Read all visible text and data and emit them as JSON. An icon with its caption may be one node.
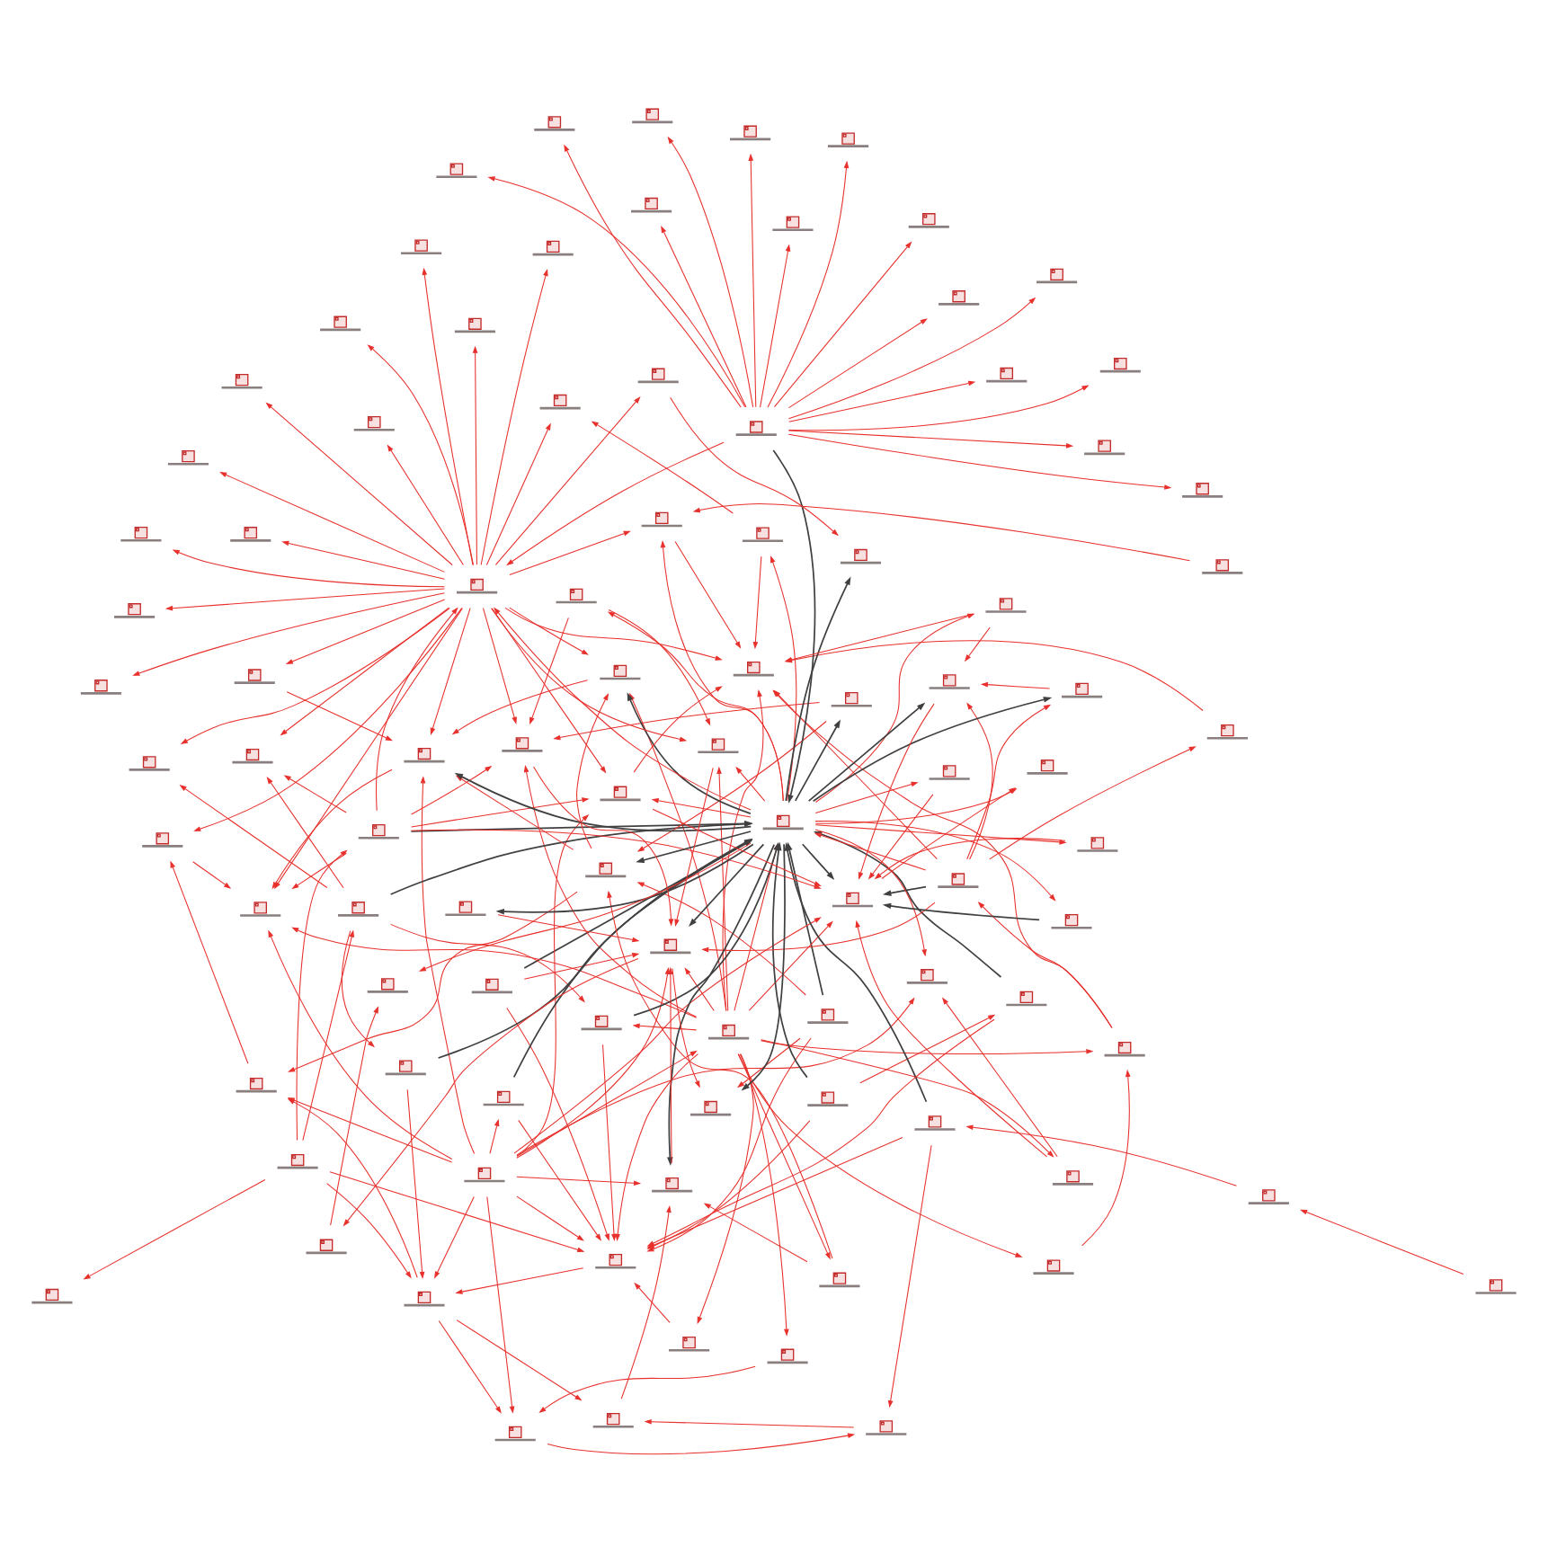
{
  "diagram": {
    "nodes": [
      {
        "text": [],
        "shape": "box"
      },
      {
        "text": [],
        "shape": "box"
      },
      {
        "text": [],
        "shape": "box"
      },
      {
        "text": [],
        "shape": "box"
      },
      {
        "text": [],
        "shape": "box"
      },
      {
        "text": [],
        "shape": "box"
      },
      {
        "text": [],
        "shape": "box"
      },
      {
        "text": [],
        "shape": "box"
      },
      {
        "text": [],
        "shape": "box"
      },
      {
        "text": [],
        "shape": "box"
      },
      {
        "text": [],
        "shape": "box"
      },
      {
        "text": [],
        "shape": "box"
      },
      {
        "text": [],
        "shape": "box"
      },
      {
        "text": [],
        "shape": "box"
      },
      {
        "text": [],
        "shape": "box"
      },
      {
        "text": [],
        "shape": "box"
      },
      {
        "text": [],
        "shape": "box"
      },
      {
        "text": [],
        "shape": "box"
      },
      {
        "text": [],
        "shape": "box"
      },
      {
        "text": [],
        "shape": "box"
      },
      {
        "text": [],
        "shape": "box"
      },
      {
        "text": [],
        "shape": "box"
      },
      {
        "text": [],
        "shape": "box"
      },
      {
        "text": [],
        "shape": "box"
      },
      {
        "text": [],
        "shape": "box"
      },
      {
        "text": [],
        "shape": "box"
      },
      {
        "text": [],
        "shape": "box"
      },
      {
        "text": [],
        "shape": "box"
      },
      {
        "text": [],
        "shape": "box"
      },
      {
        "text": [],
        "shape": "box"
      },
      {
        "text": [],
        "shape": "box"
      },
      {
        "text": [],
        "shape": "box"
      },
      {
        "text": [],
        "shape": "box"
      },
      {
        "text": [],
        "shape": "box"
      },
      {
        "text": [],
        "shape": "box"
      },
      {
        "text": [],
        "shape": "box"
      },
      {
        "text": [],
        "shape": "box"
      },
      {
        "text": [],
        "shape": "box"
      },
      {
        "text": [],
        "shape": "box"
      },
      {
        "text": [],
        "shape": "box"
      },
      {
        "text": [],
        "shape": "box"
      },
      {
        "text": [],
        "shape": "box"
      },
      {
        "text": [],
        "shape": "box"
      },
      {
        "text": [],
        "shape": "box"
      },
      {
        "text": [],
        "shape": "box"
      },
      {
        "text": [],
        "shape": "box"
      },
      {
        "text": [],
        "shape": "box"
      },
      {
        "text": [],
        "shape": "box"
      },
      {
        "text": [],
        "shape": "box"
      },
      {
        "text": [],
        "shape": "box"
      },
      {
        "text": [],
        "shape": "box"
      },
      {
        "text": [],
        "shape": "box"
      },
      {
        "text": [],
        "shape": "box"
      },
      {
        "text": [],
        "shape": "box"
      },
      {
        "text": [],
        "shape": "box"
      },
      {
        "text": [],
        "shape": "box"
      },
      {
        "text": [],
        "shape": "box"
      },
      {
        "text": [],
        "shape": "box"
      },
      {
        "text": [],
        "shape": "box"
      },
      {
        "text": [],
        "shape": "box"
      },
      {
        "text": [],
        "shape": "box"
      },
      {
        "text": [],
        "shape": "box"
      },
      {
        "text": [],
        "shape": "box"
      },
      {
        "text": [],
        "shape": "box"
      },
      {
        "text": [],
        "shape": "box"
      },
      {
        "text": [],
        "shape": "box"
      },
      {
        "text": [],
        "shape": "box"
      },
      {
        "text": [],
        "shape": "box"
      },
      {
        "text": [],
        "shape": "box"
      },
      {
        "text": [],
        "shape": "box"
      },
      {
        "text": [],
        "shape": "box"
      },
      {
        "text": [],
        "shape": "box"
      },
      {
        "text": [],
        "shape": "box"
      },
      {
        "text": [],
        "shape": "box"
      },
      {
        "text": [],
        "shape": "box"
      },
      {
        "text": [],
        "shape": "box"
      },
      {
        "text": [],
        "shape": "box"
      },
      {
        "text": [],
        "shape": "box"
      },
      {
        "text": [],
        "shape": "box"
      },
      {
        "text": [],
        "shape": "box"
      },
      {
        "text": [],
        "shape": "box"
      },
      {
        "text": [],
        "shape": "box"
      },
      {
        "text": [],
        "shape": "box"
      },
      {
        "text": [],
        "shape": "box"
      },
      {
        "text": [],
        "shape": "box"
      },
      {
        "text": [],
        "shape": "box"
      },
      {
        "text": [],
        "shape": "box"
      },
      {
        "text": [],
        "shape": "box"
      },
      {
        "text": [],
        "shape": "box"
      },
      {
        "text": [],
        "shape": "box"
      },
      {
        "text": [],
        "shape": "box"
      },
      {
        "text": [],
        "shape": "box"
      },
      {
        "text": [],
        "shape": "box"
      }
    ],
    "edges": [
      {
        "from": 5,
        "to": 0,
        "arrow": "to"
      },
      {
        "from": 5,
        "to": 6,
        "arrow": "to"
      },
      {
        "from": 7,
        "to": 5,
        "arrow": "to"
      },
      {
        "from": 6,
        "to": 12,
        "arrow": "to"
      },
      {
        "from": 5,
        "to": 12,
        "arrow": "to"
      },
      {
        "from": 12,
        "to": 18,
        "arrow": "to"
      },
      {
        "from": 18,
        "to": 22,
        "arrow": "to"
      },
      {
        "from": 0,
        "to": 17,
        "arrow": "to"
      },
      {
        "from": 5,
        "to": 17,
        "arrow": "to"
      },
      {
        "from": 5,
        "to": 14,
        "arrow": "to"
      },
      {
        "from": 5,
        "to": 26,
        "arrow": "to"
      },
      {
        "from": 5,
        "to": 28,
        "arrow": "to"
      },
      {
        "from": 5,
        "to": 41,
        "arrow": "to"
      },
      {
        "from": 5,
        "to": 52,
        "arrow": "to"
      },
      {
        "from": 5,
        "to": 58,
        "arrow": "to"
      },
      {
        "from": 5,
        "to": 59,
        "arrow": "to"
      },
      {
        "from": 5,
        "to": 68,
        "arrow": "to"
      },
      {
        "from": 5,
        "to": 81,
        "arrow": "to"
      },
      {
        "from": 5,
        "to": 37,
        "arrow": "to"
      },
      {
        "from": 5,
        "to": 85,
        "arrow": "to"
      },
      {
        "from": 5,
        "to": 66,
        "arrow": "to"
      },
      {
        "from": 7,
        "to": 17,
        "arrow": "to"
      },
      {
        "from": 7,
        "to": 21,
        "arrow": "to"
      },
      {
        "from": 7,
        "to": 25,
        "arrow": "to"
      },
      {
        "from": 7,
        "to": 33,
        "arrow": "to"
      },
      {
        "from": 7,
        "to": 45,
        "arrow": "to"
      },
      {
        "from": 7,
        "to": 52,
        "arrow": "to"
      },
      {
        "from": 7,
        "to": 60,
        "arrow": "to"
      },
      {
        "from": 7,
        "to": 64,
        "arrow": "to"
      },
      {
        "from": 7,
        "to": 68,
        "arrow": "to"
      },
      {
        "from": 7,
        "to": 81,
        "arrow": "to"
      },
      {
        "from": 7,
        "to": 83,
        "arrow": "to"
      },
      {
        "from": 7,
        "to": 19,
        "arrow": "to"
      },
      {
        "from": 18,
        "to": 37,
        "arrow": "to"
      },
      {
        "from": 18,
        "to": 81,
        "arrow": "to",
        "color": "#404040"
      },
      {
        "from": 18,
        "to": 77,
        "arrow": "to"
      },
      {
        "from": 18,
        "to": 68,
        "arrow": "to"
      },
      {
        "from": 18,
        "to": 85,
        "arrow": "to"
      },
      {
        "from": 12,
        "to": 85,
        "arrow": "to"
      },
      {
        "from": 18,
        "to": 80,
        "arrow": "to"
      },
      {
        "from": 13,
        "to": 8,
        "arrow": "to"
      },
      {
        "from": 13,
        "to": 17,
        "arrow": "to"
      },
      {
        "from": 13,
        "to": 21,
        "arrow": "to"
      },
      {
        "from": 15,
        "to": 37,
        "arrow": "to",
        "color": "#404040"
      },
      {
        "from": 15,
        "to": 81,
        "arrow": "to"
      },
      {
        "from": 15,
        "to": 89,
        "arrow": "to"
      },
      {
        "from": 15,
        "to": 57,
        "arrow": "to"
      },
      {
        "from": 13,
        "to": 15,
        "arrow": "to"
      },
      {
        "from": 15,
        "to": 60,
        "arrow": "to"
      },
      {
        "from": 15,
        "to": 59,
        "arrow": "to"
      },
      {
        "from": 13,
        "to": 11,
        "arrow": "to"
      },
      {
        "from": 15,
        "to": 52,
        "arrow": "to"
      },
      {
        "from": 1,
        "to": 2,
        "arrow": "to"
      },
      {
        "from": 2,
        "to": 10,
        "arrow": "to"
      },
      {
        "from": 3,
        "to": 17,
        "arrow": "to"
      },
      {
        "from": 4,
        "to": 17,
        "arrow": "to"
      },
      {
        "from": 10,
        "to": 17,
        "arrow": "to"
      },
      {
        "from": 9,
        "to": 17,
        "arrow": "to"
      },
      {
        "from": 3,
        "to": 37,
        "arrow": "to",
        "color": "#404040"
      },
      {
        "from": 4,
        "to": 37,
        "arrow": "to",
        "color": "#404040"
      },
      {
        "from": 10,
        "to": 37,
        "arrow": "to",
        "color": "#404040"
      },
      {
        "from": 9,
        "to": 37,
        "arrow": "to",
        "color": "#404040"
      },
      {
        "from": 10,
        "to": 27,
        "arrow": "to"
      },
      {
        "from": 3,
        "to": 68,
        "arrow": "to"
      },
      {
        "from": 4,
        "to": 70,
        "arrow": "to"
      },
      {
        "from": 4,
        "to": 31,
        "arrow": "to"
      },
      {
        "from": 9,
        "to": 16,
        "arrow": "to"
      },
      {
        "from": 11,
        "to": 20,
        "arrow": "to"
      },
      {
        "from": 11,
        "to": 14,
        "arrow": "to"
      },
      {
        "from": 11,
        "to": 37,
        "arrow": "to",
        "color": "#404040"
      },
      {
        "from": 11,
        "to": 88,
        "arrow": "to"
      },
      {
        "from": 11,
        "to": 89,
        "arrow": "to"
      },
      {
        "from": 14,
        "to": 37,
        "arrow": "to",
        "color": "#404040"
      },
      {
        "from": 16,
        "to": 37,
        "arrow": "to",
        "color": "#404040"
      },
      {
        "from": 19,
        "to": 37,
        "arrow": "to",
        "color": "#404040"
      },
      {
        "from": 20,
        "to": 37,
        "arrow": "to",
        "color": "#404040"
      },
      {
        "from": 16,
        "to": 17,
        "arrow": "to"
      },
      {
        "from": 19,
        "to": 17,
        "arrow": "to"
      },
      {
        "from": 20,
        "to": 21,
        "arrow": "to"
      },
      {
        "from": 14,
        "to": 17,
        "arrow": "to"
      },
      {
        "from": 17,
        "to": 21,
        "arrow": "to"
      },
      {
        "from": 21,
        "to": 25,
        "arrow": "to"
      },
      {
        "from": 21,
        "to": 23,
        "arrow": "to"
      },
      {
        "from": 26,
        "to": 25,
        "arrow": "to"
      },
      {
        "from": 25,
        "to": 27,
        "arrow": "to"
      },
      {
        "from": 27,
        "to": 23,
        "arrow": "to"
      },
      {
        "from": 21,
        "to": 33,
        "arrow": "to"
      },
      {
        "from": 23,
        "to": 64,
        "arrow": "to"
      },
      {
        "from": 28,
        "to": 31,
        "arrow": "to"
      },
      {
        "from": 29,
        "to": 31,
        "arrow": "to"
      },
      {
        "from": 31,
        "to": 33,
        "arrow": "to"
      },
      {
        "from": 33,
        "to": 34,
        "arrow": "to"
      },
      {
        "from": 31,
        "to": 41,
        "arrow": "to"
      },
      {
        "from": 31,
        "to": 45,
        "arrow": "to"
      },
      {
        "from": 41,
        "to": 45,
        "arrow": "to"
      },
      {
        "from": 45,
        "to": 52,
        "arrow": "to"
      },
      {
        "from": 34,
        "to": 52,
        "arrow": "to"
      },
      {
        "from": 28,
        "to": 64,
        "arrow": "to"
      },
      {
        "from": 29,
        "to": 59,
        "arrow": "to"
      },
      {
        "from": 37,
        "to": 32,
        "arrow": "to"
      },
      {
        "from": 37,
        "to": 46,
        "arrow": "to"
      },
      {
        "from": 37,
        "to": 47,
        "arrow": "to"
      },
      {
        "from": 37,
        "to": 48,
        "arrow": "to"
      },
      {
        "from": 37,
        "to": 54,
        "arrow": "to"
      },
      {
        "from": 37,
        "to": 41,
        "arrow": "to",
        "color": "#404040"
      },
      {
        "from": 37,
        "to": 45,
        "arrow": "to",
        "color": "#404040"
      },
      {
        "from": 37,
        "to": 31,
        "arrow": "to",
        "color": "#404040"
      },
      {
        "from": 37,
        "to": 64,
        "arrow": "to",
        "color": "#404040"
      },
      {
        "from": 37,
        "to": 68,
        "arrow": "to",
        "color": "#404040"
      },
      {
        "from": 37,
        "to": 73,
        "arrow": "to",
        "color": "#404040"
      },
      {
        "from": 37,
        "to": 74,
        "arrow": "to"
      },
      {
        "from": 37,
        "to": 70,
        "arrow": "to",
        "color": "#404040"
      },
      {
        "from": 37,
        "to": 81,
        "arrow": "to",
        "color": "#404040"
      },
      {
        "from": 37,
        "to": 77,
        "arrow": "to",
        "color": "#404040"
      },
      {
        "from": 37,
        "to": 80,
        "arrow": "to",
        "color": "#404040"
      },
      {
        "from": 37,
        "to": 82,
        "arrow": "to"
      },
      {
        "from": 37,
        "to": 83,
        "arrow": "to"
      },
      {
        "from": 37,
        "to": 78,
        "arrow": "to"
      },
      {
        "from": 37,
        "to": 86,
        "arrow": "to"
      },
      {
        "from": 37,
        "to": 79,
        "arrow": "to",
        "color": "#404040"
      },
      {
        "from": 37,
        "to": 57,
        "arrow": "to"
      },
      {
        "from": 37,
        "to": 29,
        "arrow": "to",
        "color": "#404040"
      },
      {
        "from": 37,
        "to": 60,
        "arrow": "to"
      },
      {
        "from": 37,
        "to": 58,
        "arrow": "to"
      },
      {
        "from": 44,
        "to": 37,
        "arrow": "to",
        "color": "#404040"
      },
      {
        "from": 24,
        "to": 48,
        "arrow": "to"
      },
      {
        "from": 44,
        "to": 30,
        "arrow": "to"
      },
      {
        "from": 44,
        "to": 35,
        "arrow": "to"
      },
      {
        "from": 44,
        "to": 36,
        "arrow": "to"
      },
      {
        "from": 44,
        "to": 38,
        "arrow": "to"
      },
      {
        "from": 44,
        "to": 39,
        "arrow": "to"
      },
      {
        "from": 44,
        "to": 40,
        "arrow": "to"
      },
      {
        "from": 44,
        "to": 42,
        "arrow": "to"
      },
      {
        "from": 44,
        "to": 43,
        "arrow": "to"
      },
      {
        "from": 44,
        "to": 49,
        "arrow": "to"
      },
      {
        "from": 44,
        "to": 50,
        "arrow": "to"
      },
      {
        "from": 44,
        "to": 51,
        "arrow": "to"
      },
      {
        "from": 44,
        "to": 53,
        "arrow": "to"
      },
      {
        "from": 44,
        "to": 55,
        "arrow": "to"
      },
      {
        "from": 44,
        "to": 56,
        "arrow": "to"
      },
      {
        "from": 44,
        "to": 57,
        "arrow": "to"
      },
      {
        "from": 57,
        "to": 61,
        "arrow": "to"
      },
      {
        "from": 57,
        "to": 62,
        "arrow": "to"
      },
      {
        "from": 57,
        "to": 63,
        "arrow": "to"
      },
      {
        "from": 57,
        "to": 65,
        "arrow": "to"
      },
      {
        "from": 57,
        "to": 67,
        "arrow": "to"
      },
      {
        "from": 57,
        "to": 71,
        "arrow": "to"
      },
      {
        "from": 57,
        "to": 72,
        "arrow": "to"
      },
      {
        "from": 57,
        "to": 75,
        "arrow": "to"
      },
      {
        "from": 57,
        "to": 76,
        "arrow": "to"
      },
      {
        "from": 57,
        "to": 84,
        "arrow": "to"
      },
      {
        "from": 57,
        "to": 85,
        "arrow": "to"
      },
      {
        "from": 57,
        "to": 87,
        "arrow": "to"
      },
      {
        "from": 57,
        "to": 92,
        "arrow": "to"
      },
      {
        "from": 57,
        "to": 90,
        "arrow": "to"
      },
      {
        "from": 57,
        "to": 91,
        "arrow": "to"
      },
      {
        "from": 57,
        "to": 88,
        "arrow": "to"
      },
      {
        "from": 57,
        "to": 58,
        "arrow": "to"
      },
      {
        "from": 57,
        "to": 59,
        "arrow": "to"
      },
      {
        "from": 57,
        "to": 60,
        "arrow": "to"
      },
      {
        "from": 57,
        "to": 52,
        "arrow": "to"
      },
      {
        "from": 57,
        "to": 45,
        "arrow": "to"
      },
      {
        "from": 57,
        "to": 34,
        "arrow": "to"
      },
      {
        "from": 57,
        "to": 48,
        "arrow": "to"
      },
      {
        "from": 57,
        "to": 89,
        "arrow": "to"
      },
      {
        "from": 57,
        "to": 41,
        "arrow": "to"
      },
      {
        "from": 46,
        "to": 85,
        "arrow": "to"
      },
      {
        "from": 48,
        "to": 85,
        "arrow": "to"
      },
      {
        "from": 60,
        "to": 85,
        "arrow": "to"
      },
      {
        "from": 22,
        "to": 85,
        "arrow": "to"
      },
      {
        "from": 75,
        "to": 79,
        "arrow": "to"
      },
      {
        "from": 66,
        "to": 81,
        "arrow": "to"
      },
      {
        "from": 66,
        "to": 83,
        "arrow": "to"
      },
      {
        "from": 77,
        "to": 80,
        "arrow": "to"
      },
      {
        "from": 81,
        "to": 86,
        "arrow": "to"
      },
      {
        "from": 78,
        "to": 81,
        "arrow": "to"
      },
      {
        "from": 80,
        "to": 81,
        "arrow": "to"
      },
      {
        "from": 82,
        "to": 81,
        "arrow": "to"
      },
      {
        "from": 64,
        "to": 68,
        "arrow": "to"
      },
      {
        "from": 68,
        "to": 69,
        "arrow": "to"
      },
      {
        "from": 73,
        "to": 68,
        "arrow": "to"
      },
      {
        "from": 68,
        "to": 70,
        "arrow": "to"
      },
      {
        "from": 69,
        "to": 74,
        "arrow": "to"
      },
      {
        "from": 32,
        "to": 58,
        "arrow": "to"
      },
      {
        "from": 32,
        "to": 59,
        "arrow": "to"
      },
      {
        "from": 47,
        "to": 81,
        "arrow": "to",
        "color": "#404040"
      },
      {
        "from": 46,
        "to": 80,
        "arrow": "to"
      },
      {
        "from": 54,
        "to": 87,
        "arrow": "to"
      },
      {
        "from": 54,
        "to": 85,
        "arrow": "to"
      },
      {
        "from": 84,
        "to": 45,
        "arrow": "to"
      },
      {
        "from": 60,
        "to": 81,
        "arrow": "to"
      },
      {
        "from": 59,
        "to": 68,
        "arrow": "to"
      },
      {
        "from": 58,
        "to": 68,
        "arrow": "to"
      }
    ]
  }
}
